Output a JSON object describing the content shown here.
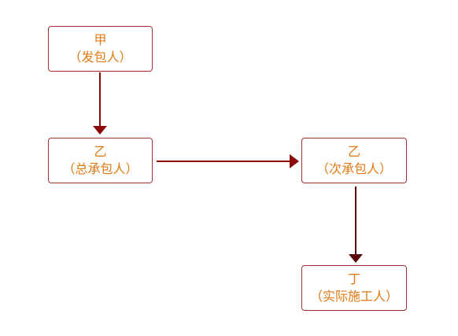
{
  "diagram": {
    "nodes": {
      "jia": {
        "line1": "甲",
        "line2": "（发包人）"
      },
      "yi1": {
        "line1": "乙",
        "line2": "（总承包人）"
      },
      "yi2": {
        "line1": "乙",
        "line2": "（次承包人）"
      },
      "ding": {
        "line1": "丁",
        "line2": "（实际施工人）"
      }
    },
    "edges": [
      {
        "from": "jia",
        "to": "yi1"
      },
      {
        "from": "yi1",
        "to": "yi2"
      },
      {
        "from": "yi2",
        "to": "ding"
      }
    ],
    "colors": {
      "border": "#a0322d",
      "text": "#e07a14",
      "arrow_dark_red": "#8b0a0a",
      "arrow_dark": "#5a0a0a"
    }
  }
}
